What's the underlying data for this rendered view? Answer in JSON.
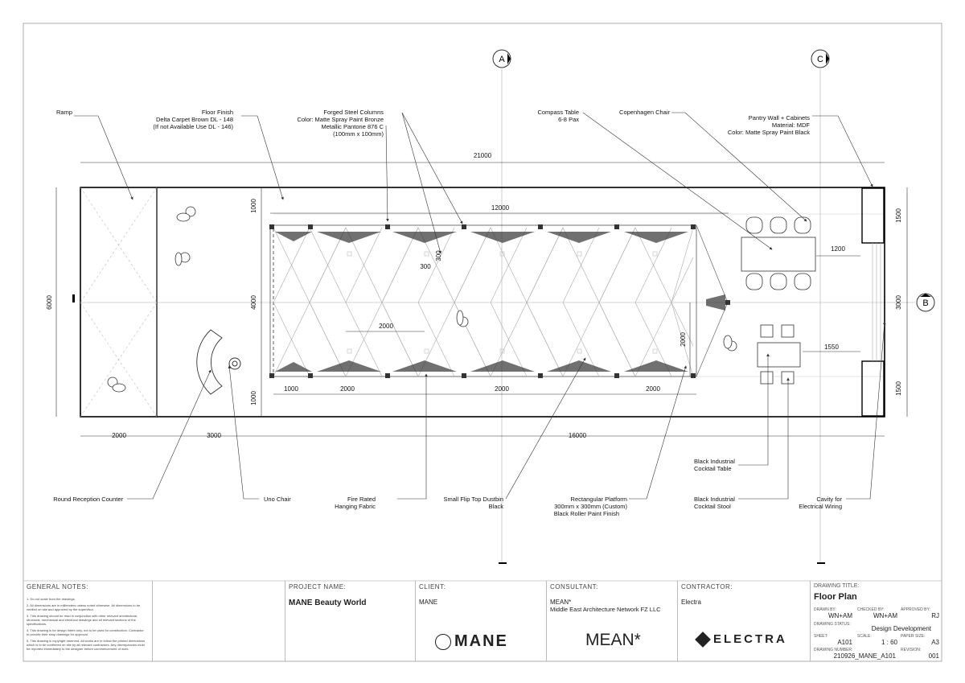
{
  "grid": {
    "a": "A",
    "b": "B",
    "c": "C"
  },
  "callouts": {
    "ramp": "Ramp",
    "floor_finish": [
      "Floor Finish",
      "Delta Carpet Brown DL - 148",
      "(If not Available Use DL - 146)"
    ],
    "columns": [
      "Forged Steel Columns",
      "Color: Matte Spray Paint Bronze",
      "Metallic Pantone 876 C",
      "(100mm x 100mm)"
    ],
    "compass": [
      "Compass Table",
      "6-8 Pax"
    ],
    "copenhagen": "Copenhagen Chair",
    "pantry": [
      "Pantry Wall + Cabinets",
      "Material: MDF",
      "Color: Matte Spray Paint Black"
    ],
    "reception": "Round Reception Counter",
    "uno": "Uno Chair",
    "fabric": [
      "Fire Rated",
      "Hanging Fabric"
    ],
    "dustbin": [
      "Small Flip Top Dustbin",
      "Black"
    ],
    "platform": [
      "Rectangular Platform",
      "300mm x 300mm (Custom)",
      "Black Roller Paint Finish"
    ],
    "ctable": [
      "Black Industrial",
      "Cocktail Table"
    ],
    "cstool": [
      "Black Industrial",
      "Cocktail Stool"
    ],
    "cavity": [
      "Cavity for",
      "Electrical Wiring"
    ]
  },
  "dims": {
    "overall": "21000",
    "grid_12000": "12000",
    "d1200": "1200",
    "d1550": "1550",
    "d300a": "300",
    "d300b": "300",
    "d2000_mid": "2000",
    "d2000_v": "2000",
    "h6000": "6000",
    "h4000": "4000",
    "h1000_top": "1000",
    "h1000_bot": "1000",
    "h1500_top": "1500",
    "h3000": "3000",
    "h1500_bot": "1500",
    "b2000": "2000",
    "b3000": "3000",
    "b16000": "16000",
    "i1000": "1000",
    "i2000a": "2000",
    "i2000b": "2000",
    "i2000c": "2000"
  },
  "title_block": {
    "general_notes_label": "GENERAL NOTES:",
    "notes": [
      "1. Do not scale from the drawings.",
      "2. All dimensions are in millimeters unless noted otherwise. All dimensions to be verified on site and approved by the supervisor.",
      "3. This drawing should be read in conjunction with other relevant architectural, structural, mechanical and electrical drawings and all relevant sections of the specifications.",
      "4. This drawing is for design intent only, not to be used for construction. Contractor to provide their shop drawings for approval.",
      "5. This drawing is copyright reserved. All works are to follow the printed dimensions which is to be confirmed on site by all relevant contractors. Any discrepancies must be reported immediately to the designer before commencement of work."
    ],
    "project_label": "PROJECT NAME:",
    "project_name": "MANE Beauty World",
    "client_label": "CLIENT:",
    "client_name": "MANE",
    "client_logo": "MANE",
    "consultant_label": "CONSULTANT:",
    "consultant_name": "MEAN*",
    "consultant_full": "Middle East Architecture Network FZ LLC",
    "consultant_logo": "MEAN*",
    "contractor_label": "CONTRACTOR:",
    "contractor_name": "Electra",
    "contractor_logo": "ELECTRA",
    "drawing_title_label": "DRAWING TITLE:",
    "drawing_title": "Floor Plan",
    "drawn_by_label": "DRAWN BY:",
    "drawn_by": "WN+AM",
    "checked_by_label": "CHECKED BY:",
    "checked_by": "WN+AM",
    "approved_by_label": "APPROVED BY:",
    "approved_by": "RJ",
    "status_label": "DRAWING STATUS:",
    "status": "Design Development",
    "sheet_label": "SHEET:",
    "sheet": "A101",
    "scale_label": "SCALE:",
    "scale": "1 : 60",
    "paper_label": "PAPER SIZE:",
    "paper": "A3",
    "number_label": "DRAWING NUMBER:",
    "number": "210926_MANE_A101",
    "revision_label": "REVISION:",
    "revision": "001"
  }
}
